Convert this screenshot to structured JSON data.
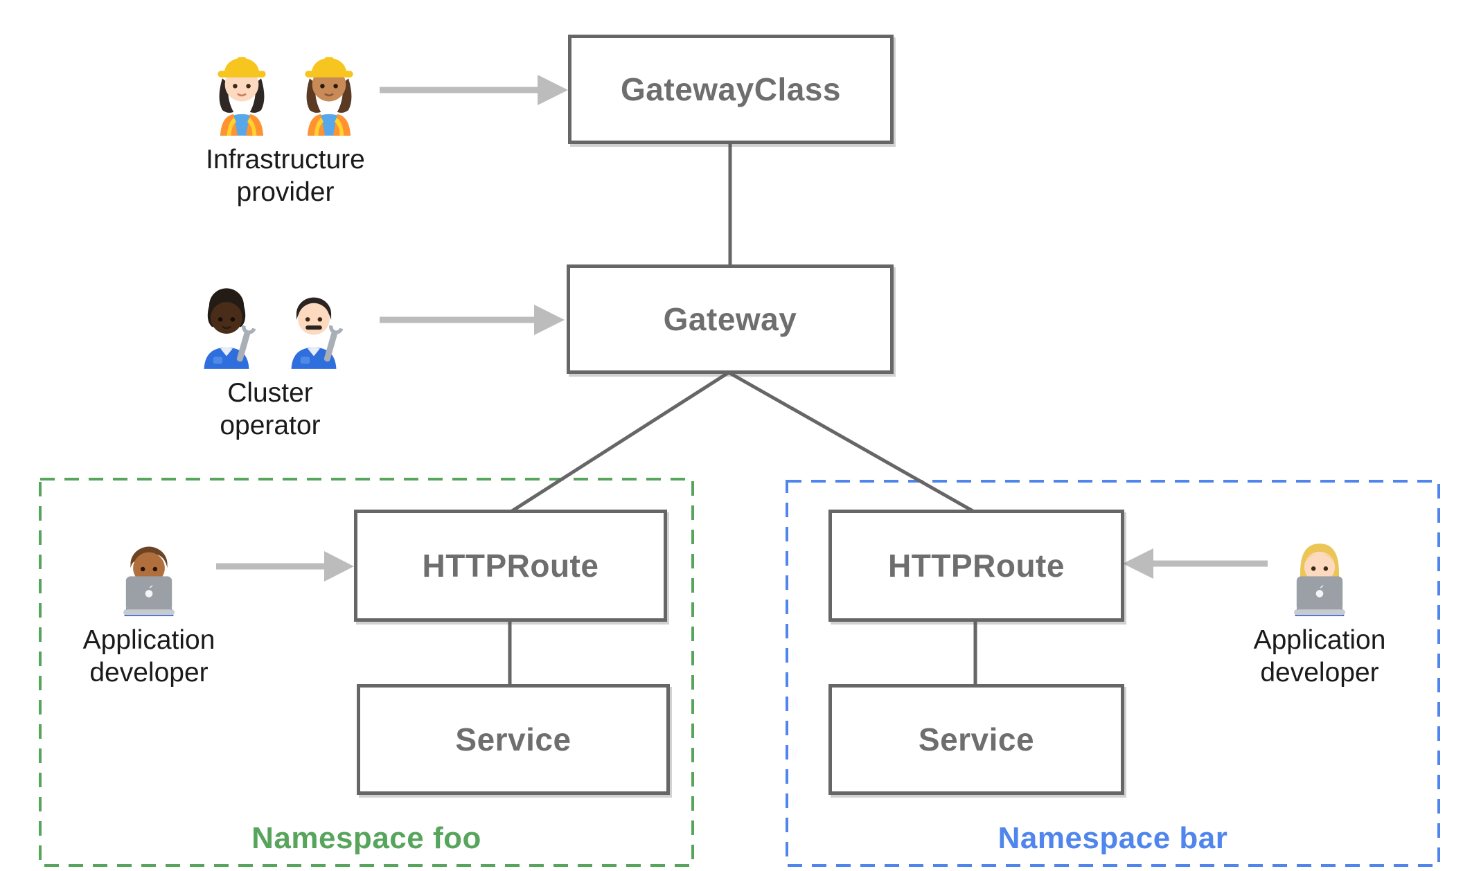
{
  "boxes": {
    "gatewayclass": {
      "label": "GatewayClass"
    },
    "gateway": {
      "label": "Gateway"
    },
    "httproute_foo": {
      "label": "HTTPRoute"
    },
    "service_foo": {
      "label": "Service"
    },
    "httproute_bar": {
      "label": "HTTPRoute"
    },
    "service_bar": {
      "label": "Service"
    }
  },
  "personas": {
    "infrastructure_provider": {
      "lines": [
        "Infrastructure",
        "provider"
      ],
      "icons": [
        {
          "name": "woman-construction-worker-light-skin-emoji",
          "glyph": "👷🏻‍♀️"
        },
        {
          "name": "woman-construction-worker-medium-skin-emoji",
          "glyph": "👷🏽‍♀️"
        }
      ]
    },
    "cluster_operator": {
      "lines": [
        "Cluster",
        "operator"
      ],
      "icons": [
        {
          "name": "person-mechanic-dark-skin-emoji",
          "glyph": "🧑🏿‍🔧"
        },
        {
          "name": "man-mechanic-light-skin-emoji",
          "glyph": "👨🏻‍🔧"
        }
      ]
    },
    "application_developer_foo": {
      "lines": [
        "Application",
        "developer"
      ],
      "icons": [
        {
          "name": "man-technologist-medium-skin-emoji",
          "glyph": "👨🏽‍💻"
        }
      ]
    },
    "application_developer_bar": {
      "lines": [
        "Application",
        "developer"
      ],
      "icons": [
        {
          "name": "woman-technologist-light-skin-emoji",
          "glyph": "👩🏼‍💻"
        }
      ]
    }
  },
  "namespaces": {
    "foo": {
      "label": "Namespace foo",
      "color": "#57a55c"
    },
    "bar": {
      "label": "Namespace bar",
      "color": "#4f85ec"
    }
  },
  "edges": [
    {
      "from": "GatewayClass",
      "to": "Gateway"
    },
    {
      "from": "Gateway",
      "to": "HTTPRoute (namespace foo)"
    },
    {
      "from": "Gateway",
      "to": "HTTPRoute (namespace bar)"
    },
    {
      "from": "HTTPRoute (namespace foo)",
      "to": "Service (namespace foo)"
    },
    {
      "from": "HTTPRoute (namespace bar)",
      "to": "Service (namespace bar)"
    }
  ],
  "actor_arrows": [
    {
      "from": "Infrastructure provider",
      "to": "GatewayClass",
      "direction": "right"
    },
    {
      "from": "Cluster operator",
      "to": "Gateway",
      "direction": "right"
    },
    {
      "from": "Application developer",
      "to": "HTTPRoute (namespace foo)",
      "direction": "right"
    },
    {
      "from": "Application developer",
      "to": "HTTPRoute (namespace bar)",
      "direction": "left"
    }
  ],
  "colors": {
    "background": "#ffffff",
    "box_border": "#666666",
    "box_label": "#6e6e6e",
    "connector": "#666666",
    "arrow": "#bcbcbc",
    "persona_label": "#1a1a1a",
    "namespace_foo_green": "#57a55c",
    "namespace_bar_blue": "#4f85ec"
  }
}
